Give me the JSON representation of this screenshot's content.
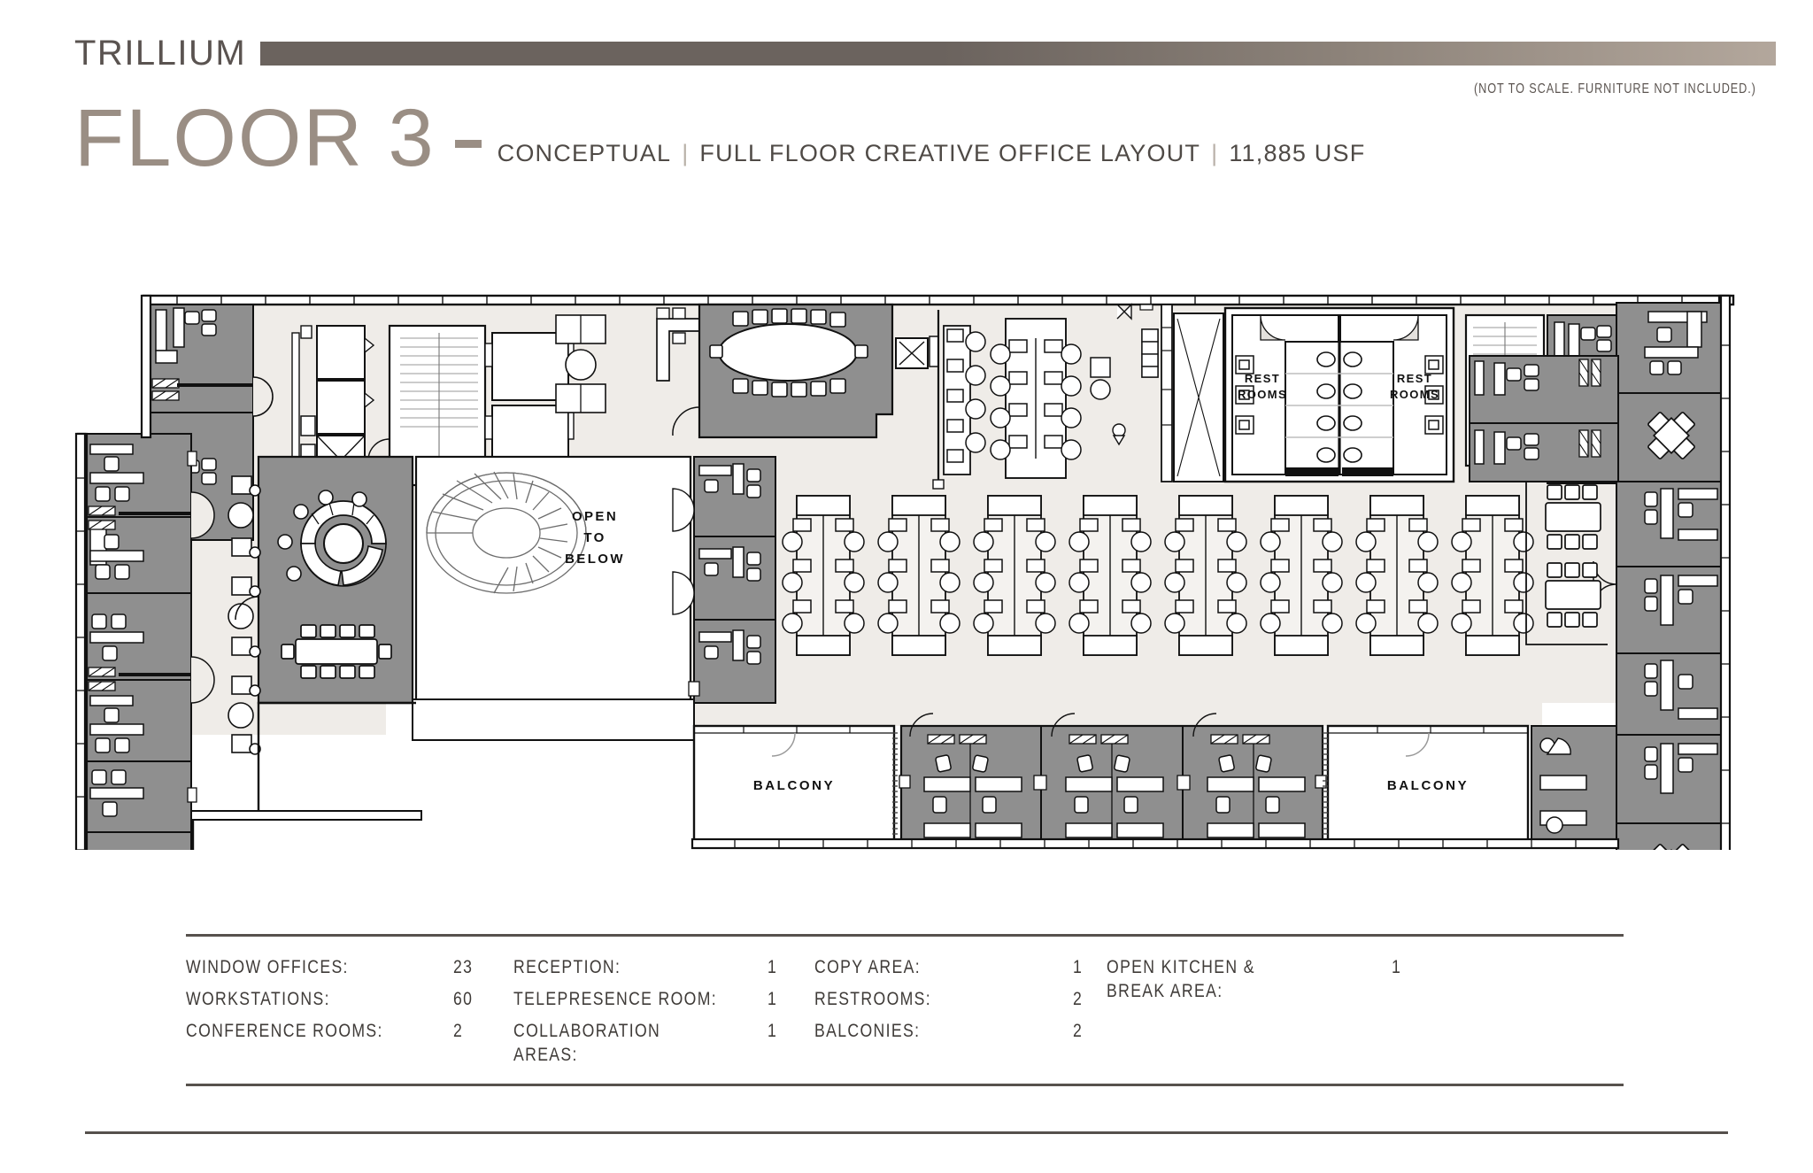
{
  "header": {
    "brand": "TRILLIUM",
    "title_main": "FLOOR 3",
    "subtitle_1": "CONCEPTUAL",
    "separator": "|",
    "subtitle_2": "FULL FLOOR CREATIVE OFFICE LAYOUT",
    "subtitle_3": "11,885 USF",
    "disclaimer": "(NOT TO SCALE. FURNITURE NOT INCLUDED.)",
    "brand_bar_color_start": "#6b635e",
    "brand_bar_color_end": "#b3a79c",
    "title_color": "#9a8e84"
  },
  "plan": {
    "labels": {
      "open_to_below": "OPEN\nTO\nBELOW",
      "open_to_below_line1": "OPEN",
      "open_to_below_line2": "TO",
      "open_to_below_line3": "BELOW",
      "balcony_left": "BALCONY",
      "balcony_right": "BALCONY",
      "restrooms_left_line1": "REST",
      "restrooms_left_line2": "ROOMS",
      "restrooms_right_line1": "REST",
      "restrooms_right_line2": "ROOMS"
    },
    "colors": {
      "office_fill": "#8f8f8f",
      "open_area_fill": "#efece8",
      "furniture_fill": "#ffffff",
      "wall_stroke": "#1a1a1a",
      "balcony_fill": "#ffffff"
    }
  },
  "stats": {
    "columns": [
      {
        "items": [
          {
            "label": "WINDOW OFFICES:",
            "value": "23"
          },
          {
            "label": "WORKSTATIONS:",
            "value": "60"
          },
          {
            "label": "CONFERENCE ROOMS:",
            "value": "2"
          }
        ]
      },
      {
        "items": [
          {
            "label": "RECEPTION:",
            "value": "1"
          },
          {
            "label": "TELEPRESENCE ROOM:",
            "value": "1"
          },
          {
            "label": "COLLABORATION AREAS:",
            "value": "1"
          }
        ]
      },
      {
        "items": [
          {
            "label": "COPY AREA:",
            "value": "1"
          },
          {
            "label": "RESTROOMS:",
            "value": "2"
          },
          {
            "label": "BALCONIES:",
            "value": "2"
          }
        ]
      },
      {
        "items": [
          {
            "label": "OPEN KITCHEN &\nBREAK AREA:",
            "value": "1"
          }
        ]
      }
    ]
  }
}
